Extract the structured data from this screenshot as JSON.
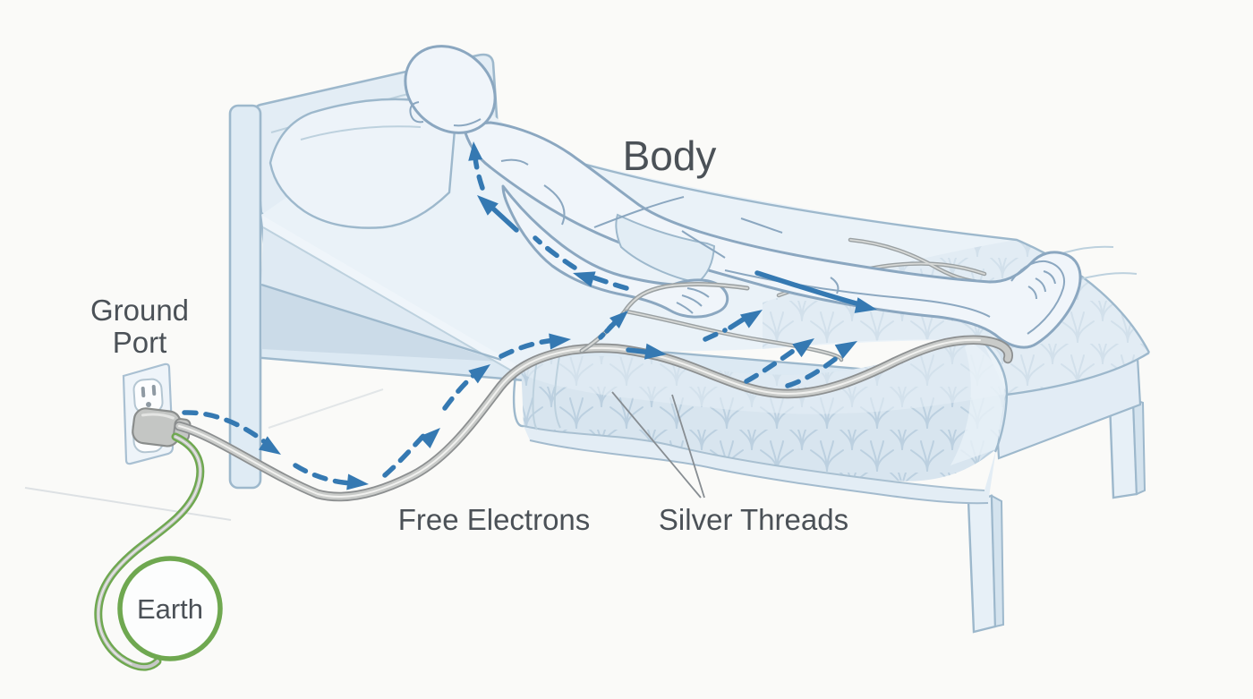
{
  "diagram": {
    "type": "illustration",
    "subject": "Earthing / grounding bed diagram",
    "labels": {
      "body": "Body",
      "ground_port_line1": "Ground",
      "ground_port_line2": "Port",
      "free_electrons": "Free Electrons",
      "silver_threads": "Silver Threads",
      "earth": "Earth"
    },
    "flow_sequence": [
      "Earth",
      "Ground Port",
      "Silver Threads",
      "Body"
    ],
    "colors": {
      "background": "#fafaf8",
      "bed_outline": "#9db8cc",
      "bed_fill": "#e7f0f7",
      "mattress_pattern_line": "#b7cddd",
      "body_outline": "#8ba7c0",
      "electron_arrow_blue": "#3579b2",
      "earth_green": "#6fa850",
      "cable_gray": "#c9cbc9",
      "label_text": "#4b5157"
    }
  }
}
